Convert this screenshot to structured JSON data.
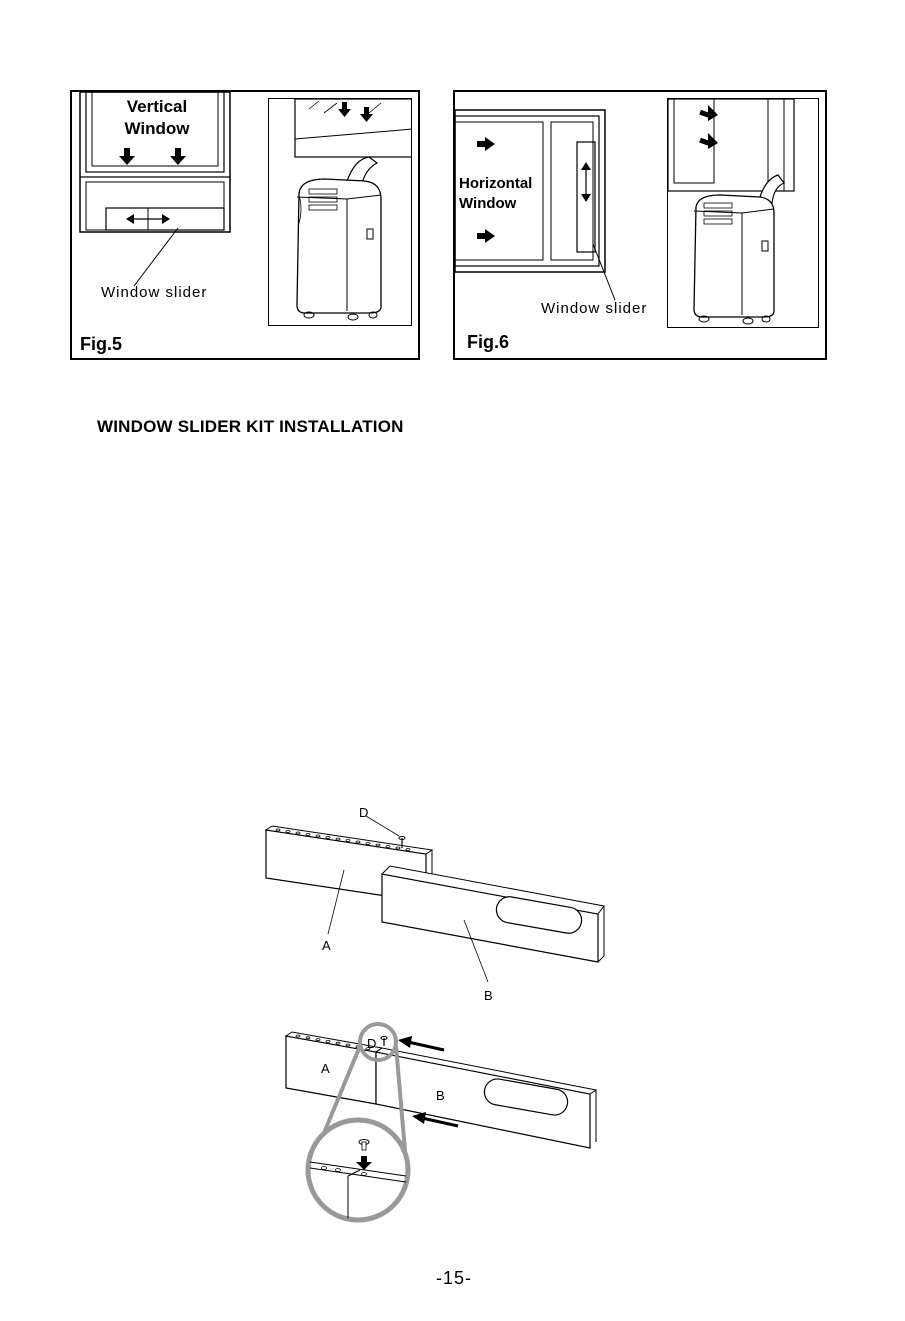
{
  "fig5": {
    "label": "Fig.5",
    "window_label": "Vertical\nWindow",
    "slider_label": "Window slider"
  },
  "fig6": {
    "label": "Fig.6",
    "window_label": "Horizontal\nWindow",
    "slider_label": "Window slider"
  },
  "section_title": "WINDOW SLIDER KIT INSTALLATION",
  "diagram": {
    "top": {
      "label_a": "A",
      "label_b": "B",
      "label_d": "D"
    },
    "bottom": {
      "label_a": "A",
      "label_b": "B",
      "label_d": "D"
    }
  },
  "page_number": "-15-"
}
